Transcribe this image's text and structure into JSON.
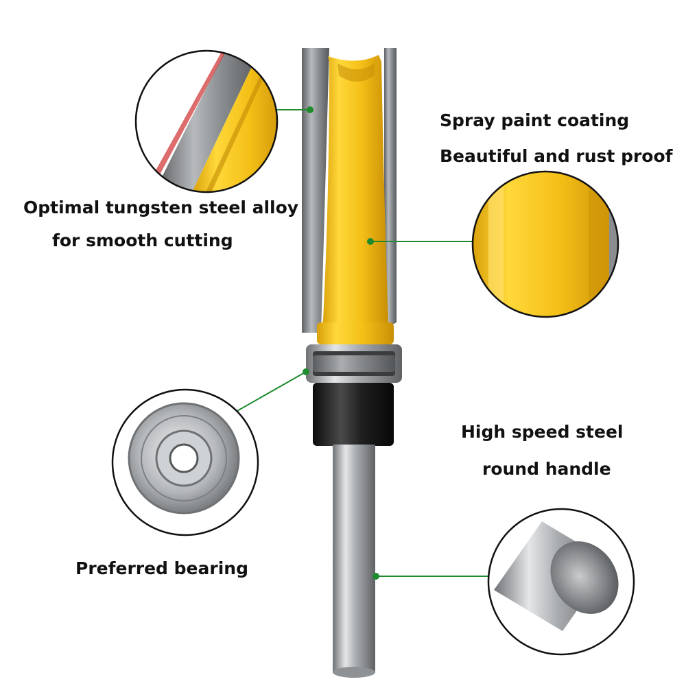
{
  "colors": {
    "accent_line": "#1f8a2e",
    "yellow": "#f5c21b",
    "steel": "#8a8d90",
    "black_ring": "#1b1b1b"
  },
  "captions": {
    "spray_line1": "Spray paint coating",
    "spray_line2": "Beautiful and rust proof",
    "tungsten_line1": "Optimal tungsten steel alloy",
    "tungsten_line2": "for smooth cutting",
    "hss_line1": "High speed steel",
    "hss_line2": "round handle",
    "bearing": "Preferred bearing"
  }
}
